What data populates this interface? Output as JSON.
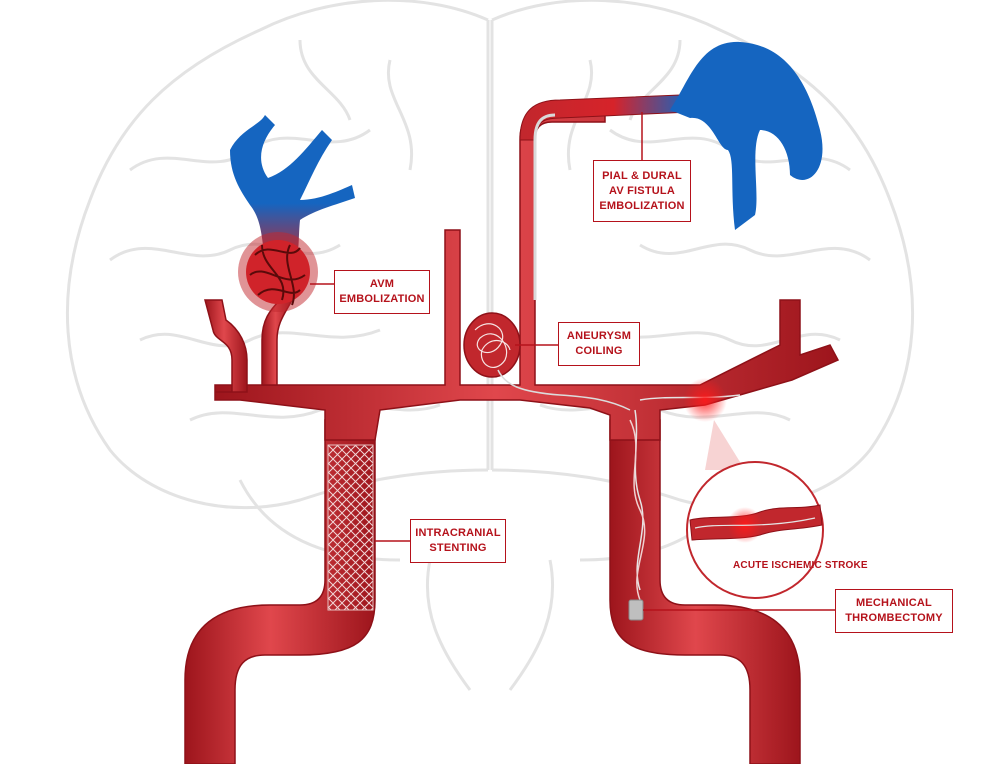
{
  "labels": {
    "avm": [
      "AVM",
      "EMBOLIZATION"
    ],
    "pial": [
      "PIAL & DURAL",
      "AV FISTULA",
      "EMBOLIZATION"
    ],
    "aneurysm": [
      "ANEURYSM",
      "COILING"
    ],
    "stenting": [
      "INTRACRANIAL",
      "STENTING"
    ],
    "thrombectomy": [
      "MECHANICAL",
      "THROMBECTOMY"
    ],
    "stroke": "ACUTE ISCHEMIC STROKE"
  },
  "colors": {
    "artery": "#c1272d",
    "artery_dark": "#8e1118",
    "vein": "#1565c0",
    "label": "#b5121b",
    "brain_outline": "#e3e3e3"
  },
  "icons": [
    "brain-outline-icon",
    "artery-tree-icon",
    "stent-icon",
    "coil-icon",
    "stent-retriever-icon",
    "magnifier-inset-icon"
  ]
}
